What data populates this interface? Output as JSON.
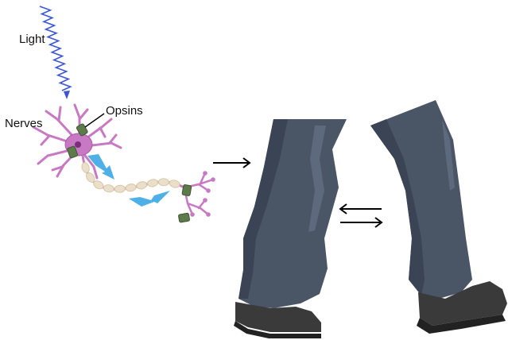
{
  "labels": {
    "light": "Light",
    "nerves": "Nerves",
    "opsins": "Opsins"
  },
  "colors": {
    "light_wave": "#3a55d6",
    "neuron": "#c879c4",
    "neuron_dark": "#a95aa6",
    "nucleus": "#7a2f7a",
    "myelin": "#eadfca",
    "myelin_edge": "#d8c7a6",
    "opsin": "#5d7a4a",
    "bolt": "#4fb0e8",
    "trousers": "#4a5566",
    "trousers_shadow": "#3a4454",
    "trousers_highlight": "#5d6a7d",
    "shoe": "#3a3a3a",
    "shoe_sole": "#222222",
    "arrow": "#000000"
  },
  "icons": [
    "light-wave-icon",
    "neuron-icon",
    "opsin-icon",
    "lightning-bolt-icon",
    "right-arrow-icon",
    "bidirectional-arrow-icon",
    "legs-icon"
  ]
}
